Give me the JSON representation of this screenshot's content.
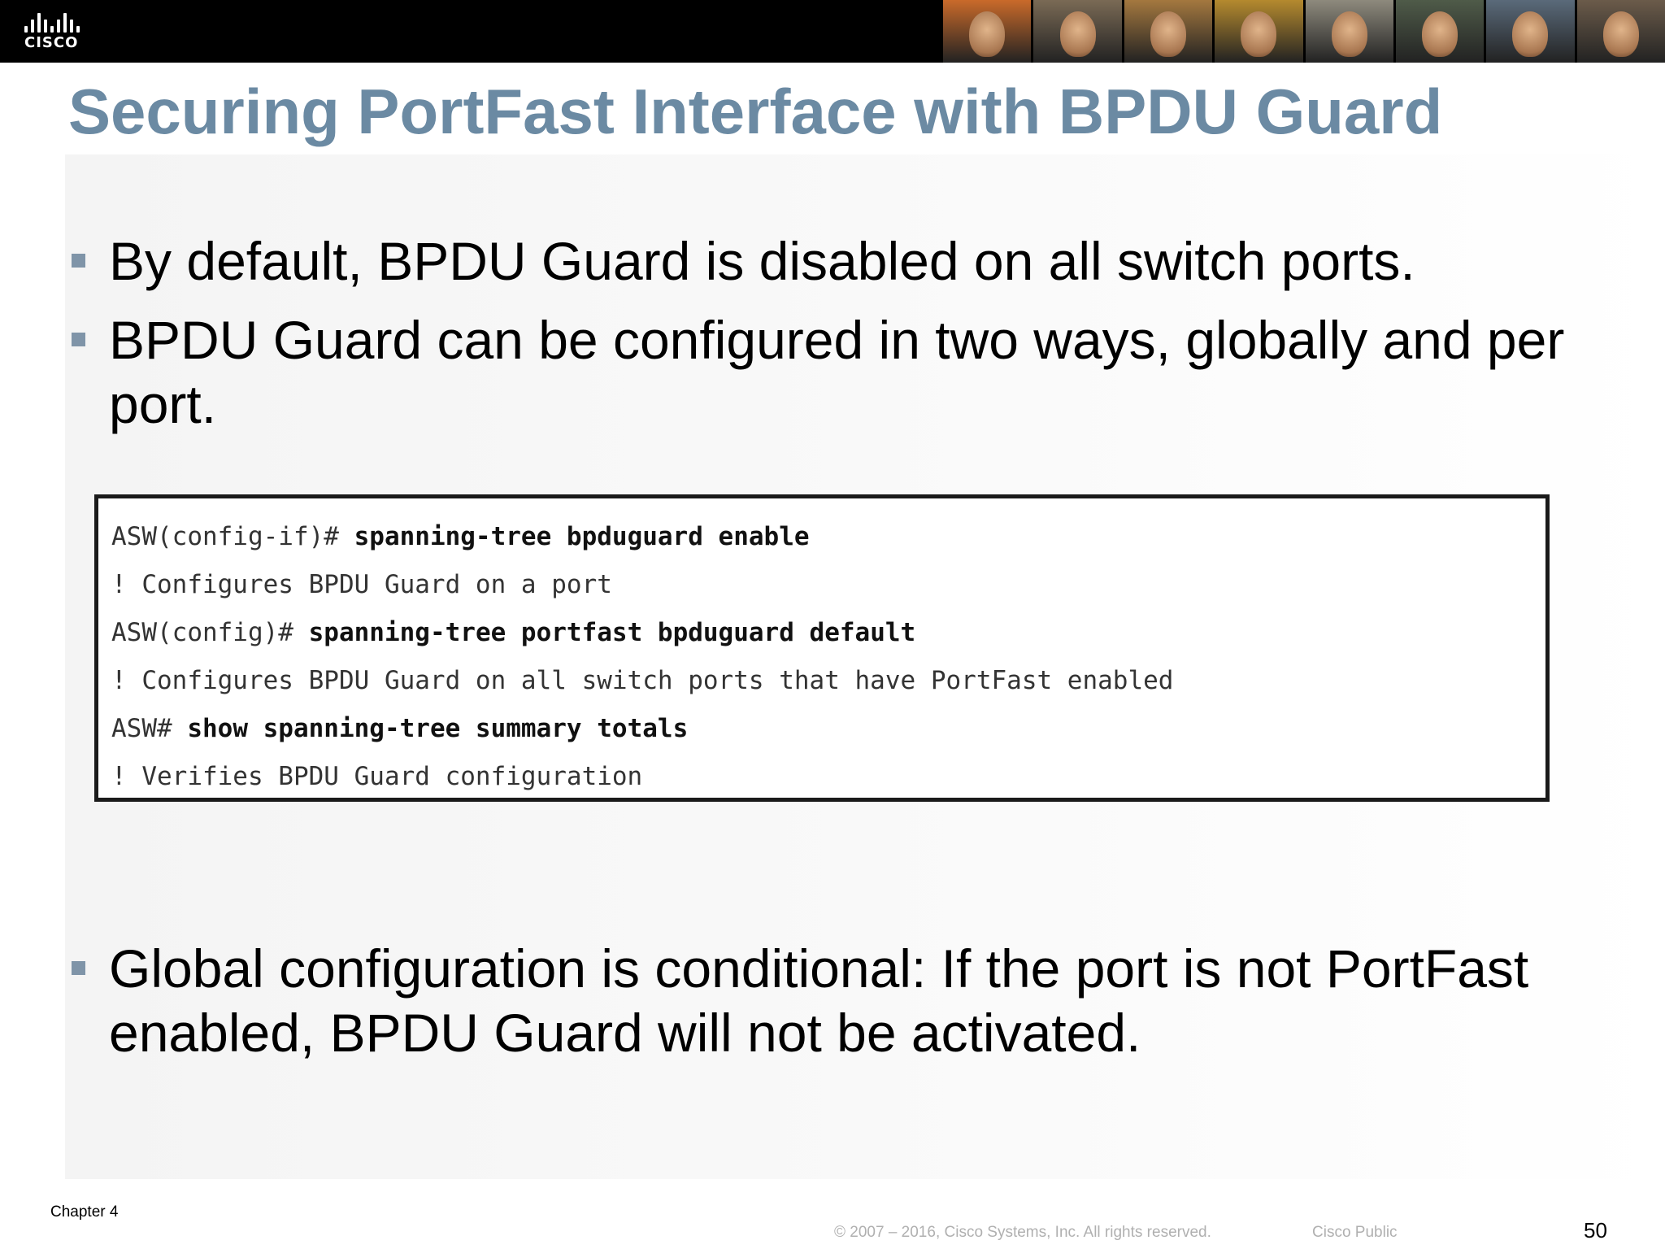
{
  "header": {
    "logo_word": "CISCO",
    "photo_strip": [
      {
        "icon": "portrait-photo",
        "color": "#c96a2a"
      },
      {
        "icon": "portrait-photo",
        "color": "#7a6a55"
      },
      {
        "icon": "portrait-photo",
        "color": "#a4783f"
      },
      {
        "icon": "portrait-photo",
        "color": "#b58a2e"
      },
      {
        "icon": "portrait-photo",
        "color": "#8e8a7d"
      },
      {
        "icon": "portrait-photo",
        "color": "#4f5b49"
      },
      {
        "icon": "portrait-photo",
        "color": "#5a6a7a"
      },
      {
        "icon": "portrait-photo",
        "color": "#6b5b4a"
      }
    ]
  },
  "slide": {
    "title": "Securing PortFast Interface with BPDU Guard",
    "bullets": [
      "By default, BPDU Guard is disabled on all switch ports.",
      "BPDU Guard can be configured in two ways, globally and per port.",
      "Global configuration is conditional: If the port is not PortFast enabled, BPDU Guard will not be activated."
    ],
    "code": [
      {
        "prompt": "ASW(config-if)# ",
        "command": "spanning-tree bpduguard enable"
      },
      {
        "prompt": "! Configures BPDU Guard on a port",
        "command": ""
      },
      {
        "prompt": "ASW(config)# ",
        "command": "spanning-tree portfast bpduguard default"
      },
      {
        "prompt": "! Configures BPDU Guard on all switch ports that have PortFast enabled",
        "command": ""
      },
      {
        "prompt": "ASW# ",
        "command": "show spanning-tree summary totals"
      },
      {
        "prompt": "! Verifies BPDU Guard configuration",
        "command": ""
      }
    ]
  },
  "footer": {
    "chapter": "Chapter 4",
    "copyright": "© 2007 – 2016, Cisco Systems, Inc. All rights reserved.",
    "classification": "Cisco Public",
    "page_number": "50"
  },
  "colors": {
    "title": "#6b8aa3",
    "bullet_marker": "#7f94a8",
    "header_bar": "#000000"
  }
}
